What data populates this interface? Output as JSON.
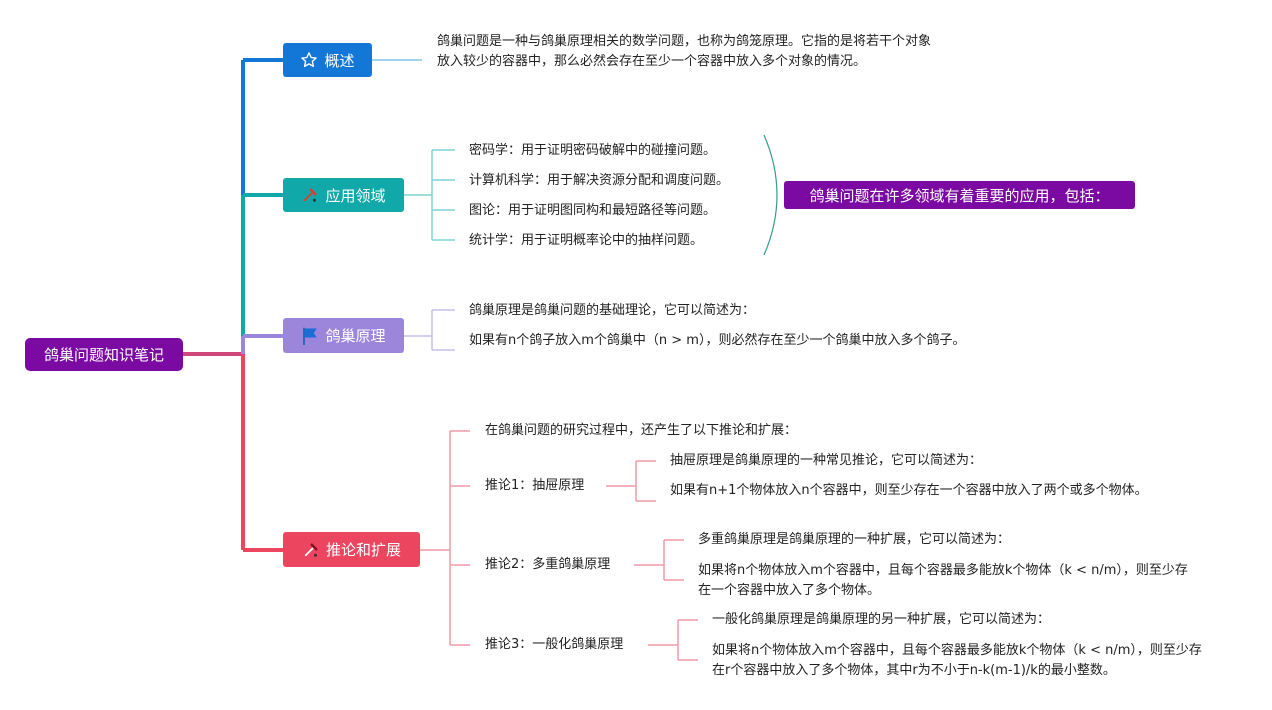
{
  "root": {
    "label": "鸽巢问题知识笔记"
  },
  "branches": {
    "overview": {
      "label": "概述",
      "icon": "star-icon",
      "text": "鸽巢问题是一种与鸽巢原理相关的数学问题，也称为鸽笼原理。它指的是将若干个对象放入较少的容器中，那么必然会存在至少一个容器中放入多个对象的情况。"
    },
    "applications": {
      "label": "应用领域",
      "icon": "tools-icon",
      "items": [
        "密码学：用于证明密码破解中的碰撞问题。",
        "计算机科学：用于解决资源分配和调度问题。",
        "图论：用于证明图同构和最短路径等问题。",
        "统计学：用于证明概率论中的抽样问题。"
      ],
      "callout": "鸽巢问题在许多领域有着重要的应用，包括："
    },
    "principle": {
      "label": "鸽巢原理",
      "icon": "flag-icon",
      "items": [
        "鸽巢原理是鸽巢问题的基础理论，它可以简述为：",
        "如果有n个鸽子放入m个鸽巢中（n > m），则必然存在至少一个鸽巢中放入多个鸽子。"
      ]
    },
    "extensions": {
      "label": "推论和扩展",
      "icon": "tools-icon",
      "intro": "在鸽巢问题的研究过程中，还产生了以下推论和扩展：",
      "corollaries": [
        {
          "label": "推论1：抽屉原理",
          "items": [
            "抽屉原理是鸽巢原理的一种常见推论，它可以简述为：",
            "如果有n+1个物体放入n个容器中，则至少存在一个容器中放入了两个或多个物体。"
          ]
        },
        {
          "label": "推论2：多重鸽巢原理",
          "items": [
            "多重鸽巢原理是鸽巢原理的一种扩展，它可以简述为：",
            "如果将n个物体放入m个容器中，且每个容器最多能放k个物体（k < n/m），则至少存在一个容器中放入了多个物体。"
          ]
        },
        {
          "label": "推论3：一般化鸽巢原理",
          "items": [
            "一般化鸽巢原理是鸽巢原理的另一种扩展，它可以简述为：",
            "如果将n个物体放入m个容器中，且每个容器最多能放k个物体（k < n/m），则至少存在r个容器中放入了多个物体，其中r为不小于n-k(m-1)/k的最小整数。"
          ]
        }
      ]
    }
  },
  "colors": {
    "root": "#7b0aa2",
    "overview": "#1277d6",
    "applications": "#10a8a8",
    "principle": "#9b86dc",
    "extensions": "#ec4560"
  }
}
